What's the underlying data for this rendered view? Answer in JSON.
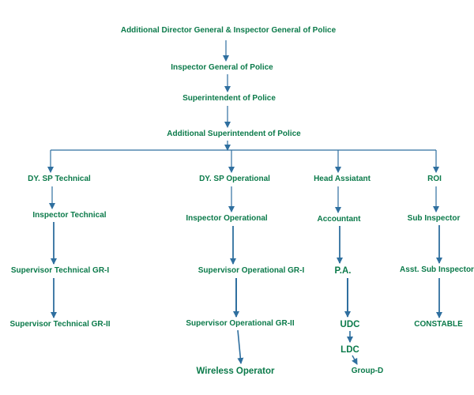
{
  "colors": {
    "text": "#0b7a4a",
    "connector": "#2f6f9f"
  },
  "nodes": {
    "adg": "Additional Director General  & Inspector General of Police",
    "igp": "Inspector General of Police",
    "sp": "Superintendent of Police",
    "addl_sp": "Additional Superintendent of Police",
    "dysp_tech": "DY. SP Technical",
    "dysp_ops": "DY. SP Operational",
    "head_assistant": "Head Assiatant",
    "roi": "ROI",
    "insp_tech": "Inspector Technical",
    "insp_ops": "Inspector Operational",
    "accountant": "Accountant",
    "sub_inspector": "Sub Inspector",
    "sup_tech_gr1": "Supervisor Technical GR-I",
    "sup_ops_gr1": "Supervisor Operational GR-I",
    "pa": "P.A.",
    "asst_sub_inspector": "Asst. Sub Inspector",
    "sup_tech_gr2": "Supervisor Technical GR-II",
    "sup_ops_gr2": "Supervisor Operational GR-II",
    "udc": "UDC",
    "constable": "CONSTABLE",
    "ldc": "LDC",
    "wireless_operator": "Wireless Operator",
    "group_d": "Group-D"
  }
}
